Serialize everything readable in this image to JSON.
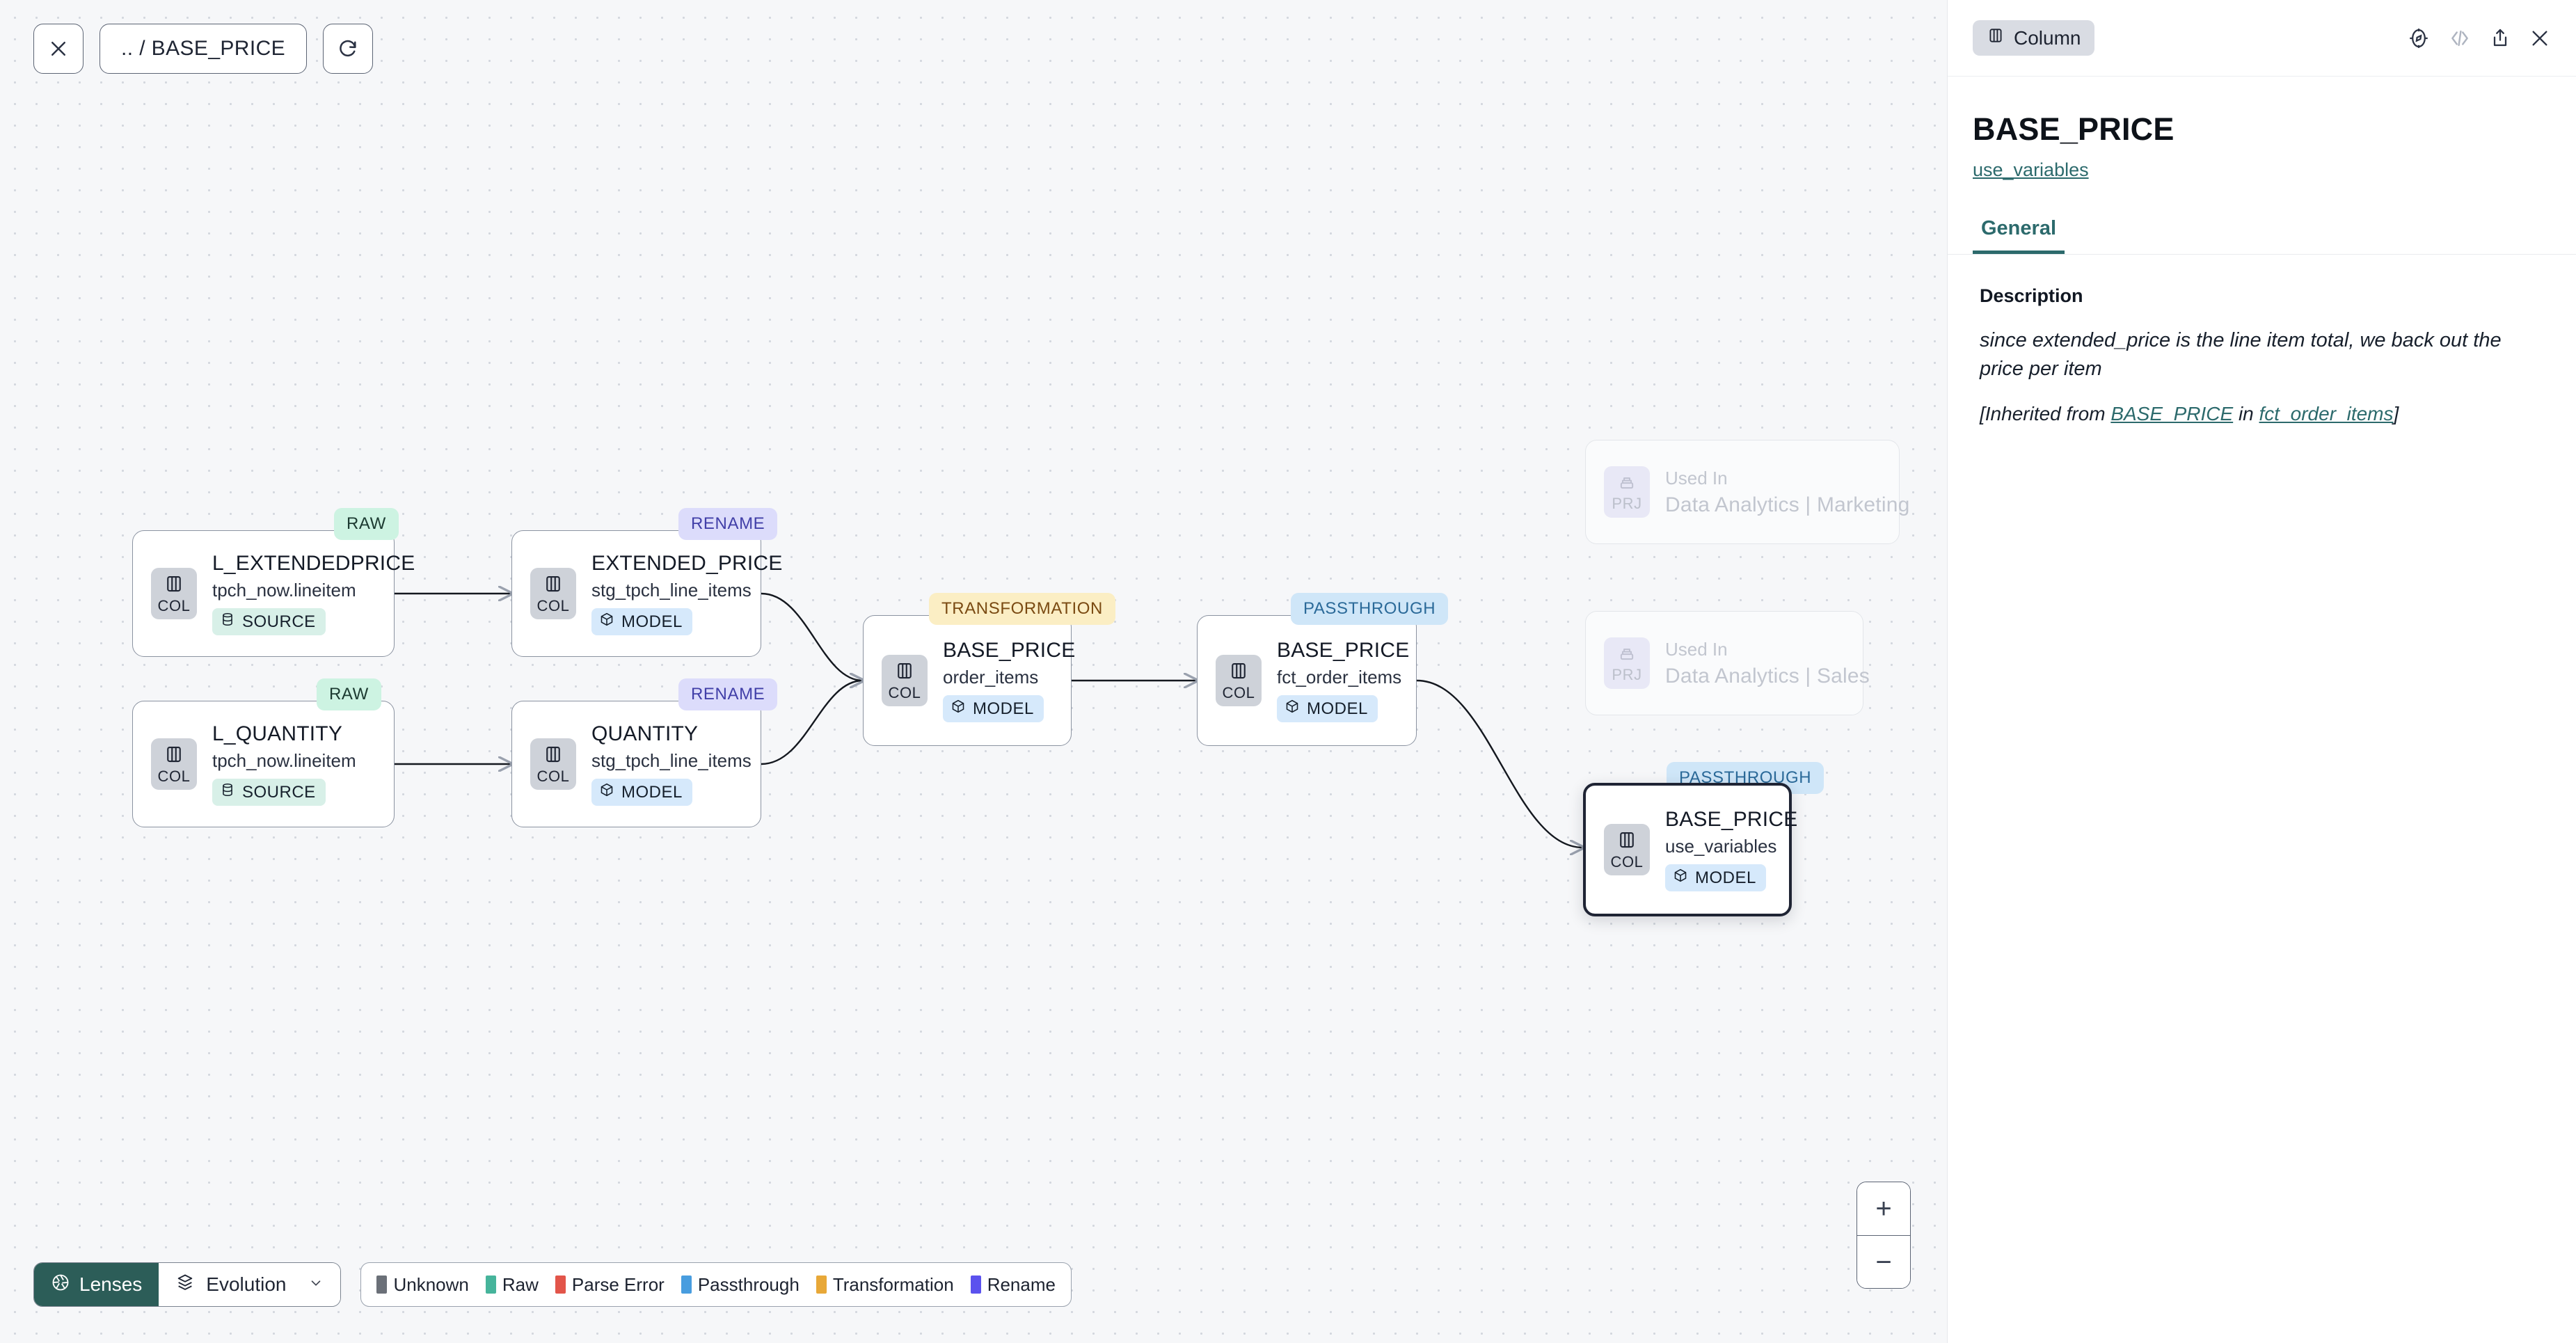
{
  "toolbar": {
    "close_label": "close-icon",
    "breadcrumb": ".. / BASE_PRICE",
    "refresh_label": "refresh-icon"
  },
  "canvas": {
    "nodes": [
      {
        "id": "l_extendedprice",
        "tag": "RAW",
        "tag_kind": "raw",
        "title": "L_EXTENDEDPRICE",
        "subtitle": "tpch_now.lineitem",
        "chip": "COL",
        "badge": "SOURCE",
        "badge_kind": "source",
        "selected": false
      },
      {
        "id": "l_quantity",
        "tag": "RAW",
        "tag_kind": "raw",
        "title": "L_QUANTITY",
        "subtitle": "tpch_now.lineitem",
        "chip": "COL",
        "badge": "SOURCE",
        "badge_kind": "source",
        "selected": false
      },
      {
        "id": "extended_price",
        "tag": "RENAME",
        "tag_kind": "rename",
        "title": "EXTENDED_PRICE",
        "subtitle": "stg_tpch_line_items",
        "chip": "COL",
        "badge": "MODEL",
        "badge_kind": "model",
        "selected": false
      },
      {
        "id": "quantity",
        "tag": "RENAME",
        "tag_kind": "rename",
        "title": "QUANTITY",
        "subtitle": "stg_tpch_line_items",
        "chip": "COL",
        "badge": "MODEL",
        "badge_kind": "model",
        "selected": false
      },
      {
        "id": "order_items",
        "tag": "TRANSFORMATION",
        "tag_kind": "transformation",
        "title": "BASE_PRICE",
        "subtitle": "order_items",
        "chip": "COL",
        "badge": "MODEL",
        "badge_kind": "model",
        "selected": false
      },
      {
        "id": "fct_order_items",
        "tag": "PASSTHROUGH",
        "tag_kind": "passthrough",
        "title": "BASE_PRICE",
        "subtitle": "fct_order_items",
        "chip": "COL",
        "badge": "MODEL",
        "badge_kind": "model",
        "selected": false
      },
      {
        "id": "use_variables",
        "tag": "PASSTHROUGH",
        "tag_kind": "passthrough",
        "title": "BASE_PRICE",
        "subtitle": "use_variables",
        "chip": "COL",
        "badge": "MODEL",
        "badge_kind": "model",
        "selected": true
      }
    ],
    "used_in": [
      {
        "id": "used_marketing",
        "chip": "PRJ",
        "title": "Used In",
        "subtitle": "Data Analytics | Marketing"
      },
      {
        "id": "used_sales",
        "chip": "PRJ",
        "title": "Used In",
        "subtitle": "Data Analytics | Sales"
      }
    ],
    "zoom_in": "+",
    "zoom_out": "−"
  },
  "bottombar": {
    "lenses_label": "Lenses",
    "evolution_label": "Evolution",
    "legend": [
      {
        "label": "Unknown",
        "color": "#6b7078"
      },
      {
        "label": "Raw",
        "color": "#46b49b"
      },
      {
        "label": "Parse Error",
        "color": "#e2554a"
      },
      {
        "label": "Passthrough",
        "color": "#489ddf"
      },
      {
        "label": "Transformation",
        "color": "#e8a838"
      },
      {
        "label": "Rename",
        "color": "#5b52ee"
      }
    ]
  },
  "panel": {
    "kind_badge": "Column",
    "title": "BASE_PRICE",
    "link": "use_variables",
    "tabs": [
      {
        "label": "General"
      }
    ],
    "description_heading": "Description",
    "description_body": "since extended_price is the line item total, we back out the price per item",
    "inherited_prefix": "[Inherited from ",
    "inherited_link1": "BASE_PRICE",
    "inherited_mid": " in ",
    "inherited_link2": "fct_order_items",
    "inherited_suffix": "]"
  }
}
